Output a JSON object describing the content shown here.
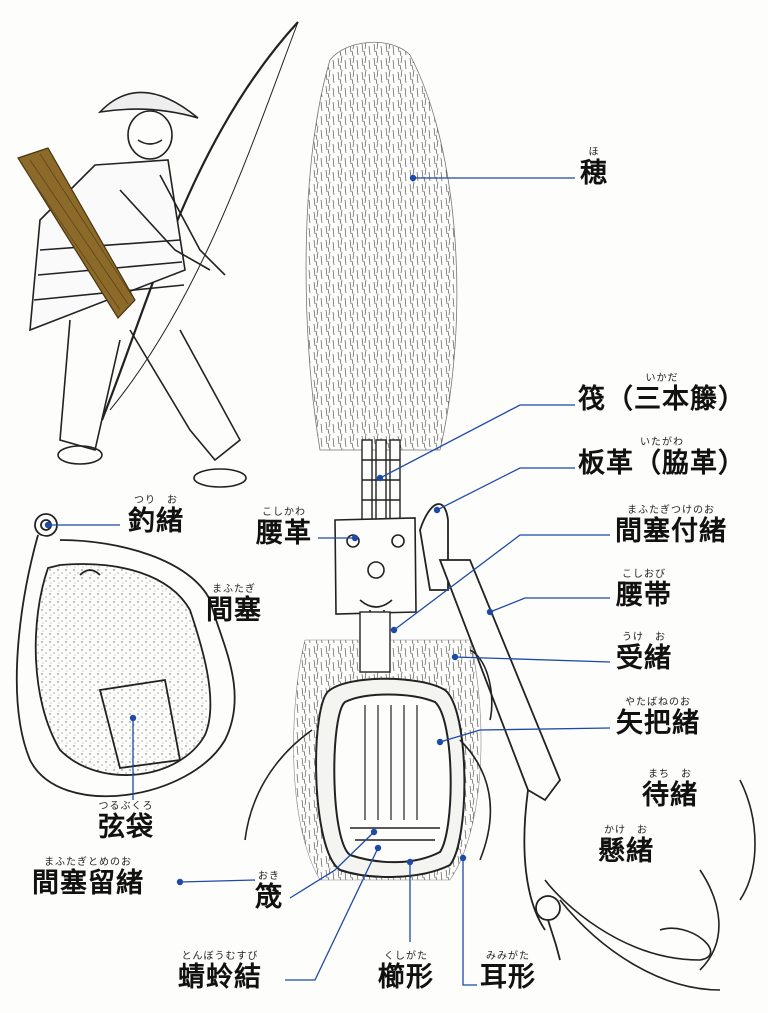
{
  "labels": {
    "ho": {
      "reading": "ほ",
      "text": "穂"
    },
    "ikada": {
      "reading": "いかだ",
      "text": "筏（三本籐）"
    },
    "itagawa": {
      "reading": "いたがわ",
      "text": "板革（脇革）"
    },
    "mafutagi_tsukenoo": {
      "reading": "まふたぎつけのお",
      "text": "間塞付緒"
    },
    "koshiobi": {
      "reading": "こしおび",
      "text": "腰帯"
    },
    "ukeo": {
      "reading": "うけ　お",
      "text": "受緒"
    },
    "yatabane_no_o": {
      "reading": "やたばねのお",
      "text": "矢把緒"
    },
    "machio": {
      "reading": "まち　お",
      "text": "待緒"
    },
    "kakeo": {
      "reading": "かけ　お",
      "text": "懸緒"
    },
    "tsurio": {
      "reading": "つり　お",
      "text": "釣緒"
    },
    "koshigawa": {
      "reading": "こしかわ",
      "text": "腰革"
    },
    "mafutagi": {
      "reading": "まふたぎ",
      "text": "間塞"
    },
    "tsurubukuro": {
      "reading": "つるぶくろ",
      "text": "弦袋"
    },
    "mafutagi_tomenoo": {
      "reading": "まふたぎとめのお",
      "text": "間塞留緒"
    },
    "oki": {
      "reading": "おき",
      "text": "筬"
    },
    "tonbo_musubi": {
      "reading": "とんぼうむすび",
      "text": "蜻蛉結"
    },
    "kushigata": {
      "reading": "くしがた",
      "text": "櫛形"
    },
    "mimigata": {
      "reading": "みみがた",
      "text": "耳形"
    }
  },
  "colors": {
    "leader": "#1d4aa8",
    "ink": "#111111",
    "quiver_on_warrior": "#8b6a2a",
    "paper": "#fdfdfb"
  }
}
